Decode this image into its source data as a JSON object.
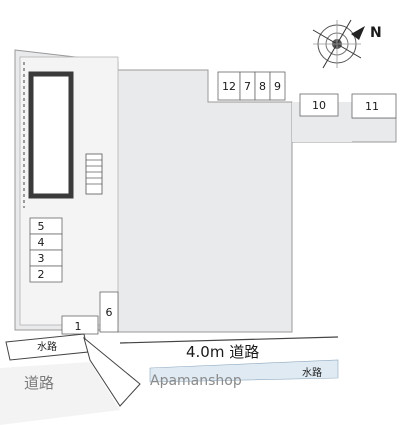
{
  "compass": {
    "label": "N"
  },
  "parking": {
    "top_row": [
      "12",
      "7",
      "8",
      "9"
    ],
    "mid": [
      "10",
      "11"
    ],
    "left_col": [
      "5",
      "4",
      "3",
      "2"
    ],
    "bottom": [
      "1",
      "6"
    ]
  },
  "roads": {
    "main_road": "4.0m 道路",
    "lower_road": "道路"
  },
  "waterways": {
    "left": "水路",
    "right": "水路"
  },
  "watermark": "Apamanshop"
}
